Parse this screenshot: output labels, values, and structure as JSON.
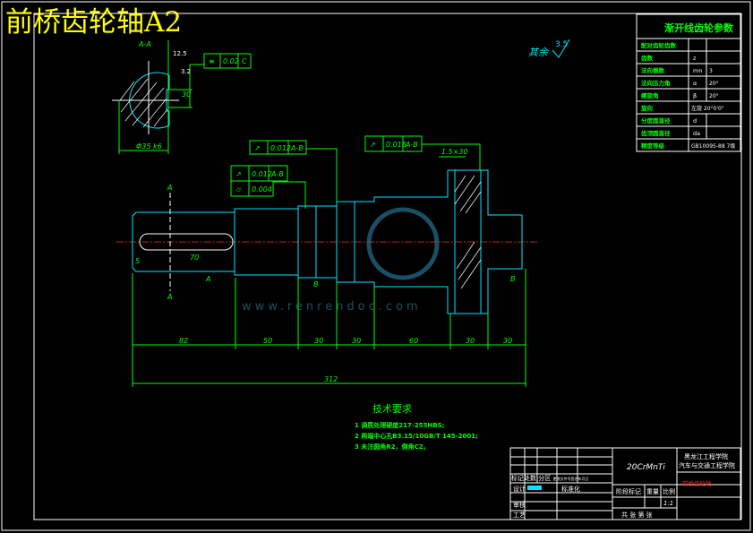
{
  "title": "前桥齿轮轴A2",
  "section_label": "A-A",
  "section_dims": {
    "diameter": "Φ35 k6",
    "keyway_depth": "30",
    "flatness": "0.02",
    "datum": "C",
    "roughness_1": "12.5",
    "roughness_2": "3.2"
  },
  "roughness_general": "其余",
  "roughness_general_value": "3.5",
  "gear_table": {
    "title": "渐开线齿轮参数",
    "rows": [
      {
        "name": "配对齿轮齿数",
        "symbol": "",
        "value": ""
      },
      {
        "name": "齿数",
        "symbol": "z",
        "value": ""
      },
      {
        "name": "法向模数",
        "symbol": "mn",
        "value": "3"
      },
      {
        "name": "法向压力角",
        "symbol": "α",
        "value": "20°"
      },
      {
        "name": "螺旋角",
        "symbol": "β",
        "value": "20°"
      },
      {
        "name": "旋向",
        "symbol": "",
        "value": "左旋 20°0'0\""
      },
      {
        "name": "分度圆直径",
        "symbol": "d",
        "value": ""
      },
      {
        "name": "齿顶圆直径",
        "symbol": "da",
        "value": ""
      },
      {
        "name": "精度等级",
        "symbol": "",
        "value": "GB10095-88 7级"
      }
    ]
  },
  "tolerances": [
    {
      "symbol": "↗",
      "value": "0.012",
      "datum": "A-B"
    },
    {
      "symbol": "↗",
      "value": "0.012",
      "datum": "A-B"
    },
    {
      "symbol": "⌭",
      "value": "0.004",
      "datum": ""
    },
    {
      "symbol": "↗",
      "value": "0.018",
      "datum": "A-B"
    }
  ],
  "gear_chamfer": "1.5×30",
  "key_length": "70",
  "key_offset": "5",
  "dimensions": [
    "82",
    "50",
    "30",
    "30",
    "60",
    "30",
    "30"
  ],
  "total_length": "312",
  "datum_a": "A",
  "datum_b": "B",
  "section_mark": "A",
  "tech_req": {
    "title": "技术要求",
    "items": [
      "1 调质处理硬度217-255HBS;",
      "2 两端中心孔B3.15/10GB/T 145-2001;",
      "3 未注圆角R2，倒角C2。"
    ]
  },
  "title_block": {
    "material": "20CrMnTi",
    "school": "黑龙江工程学院",
    "department": "汽车与交通工程学院",
    "drawing_name": "前桥齿轮轴",
    "labels": [
      "标记",
      "处数",
      "分区",
      "更改文件号",
      "签名",
      "年月日"
    ],
    "designer": "设计",
    "standardize": "标准化",
    "review": "审核",
    "process": "工艺",
    "stage_mark": "阶段标记",
    "weight": "重量",
    "scale_label": "比例",
    "scale": "1:1",
    "sheets": "共 张  第 张"
  },
  "watermark": "www.renrendoc.com"
}
